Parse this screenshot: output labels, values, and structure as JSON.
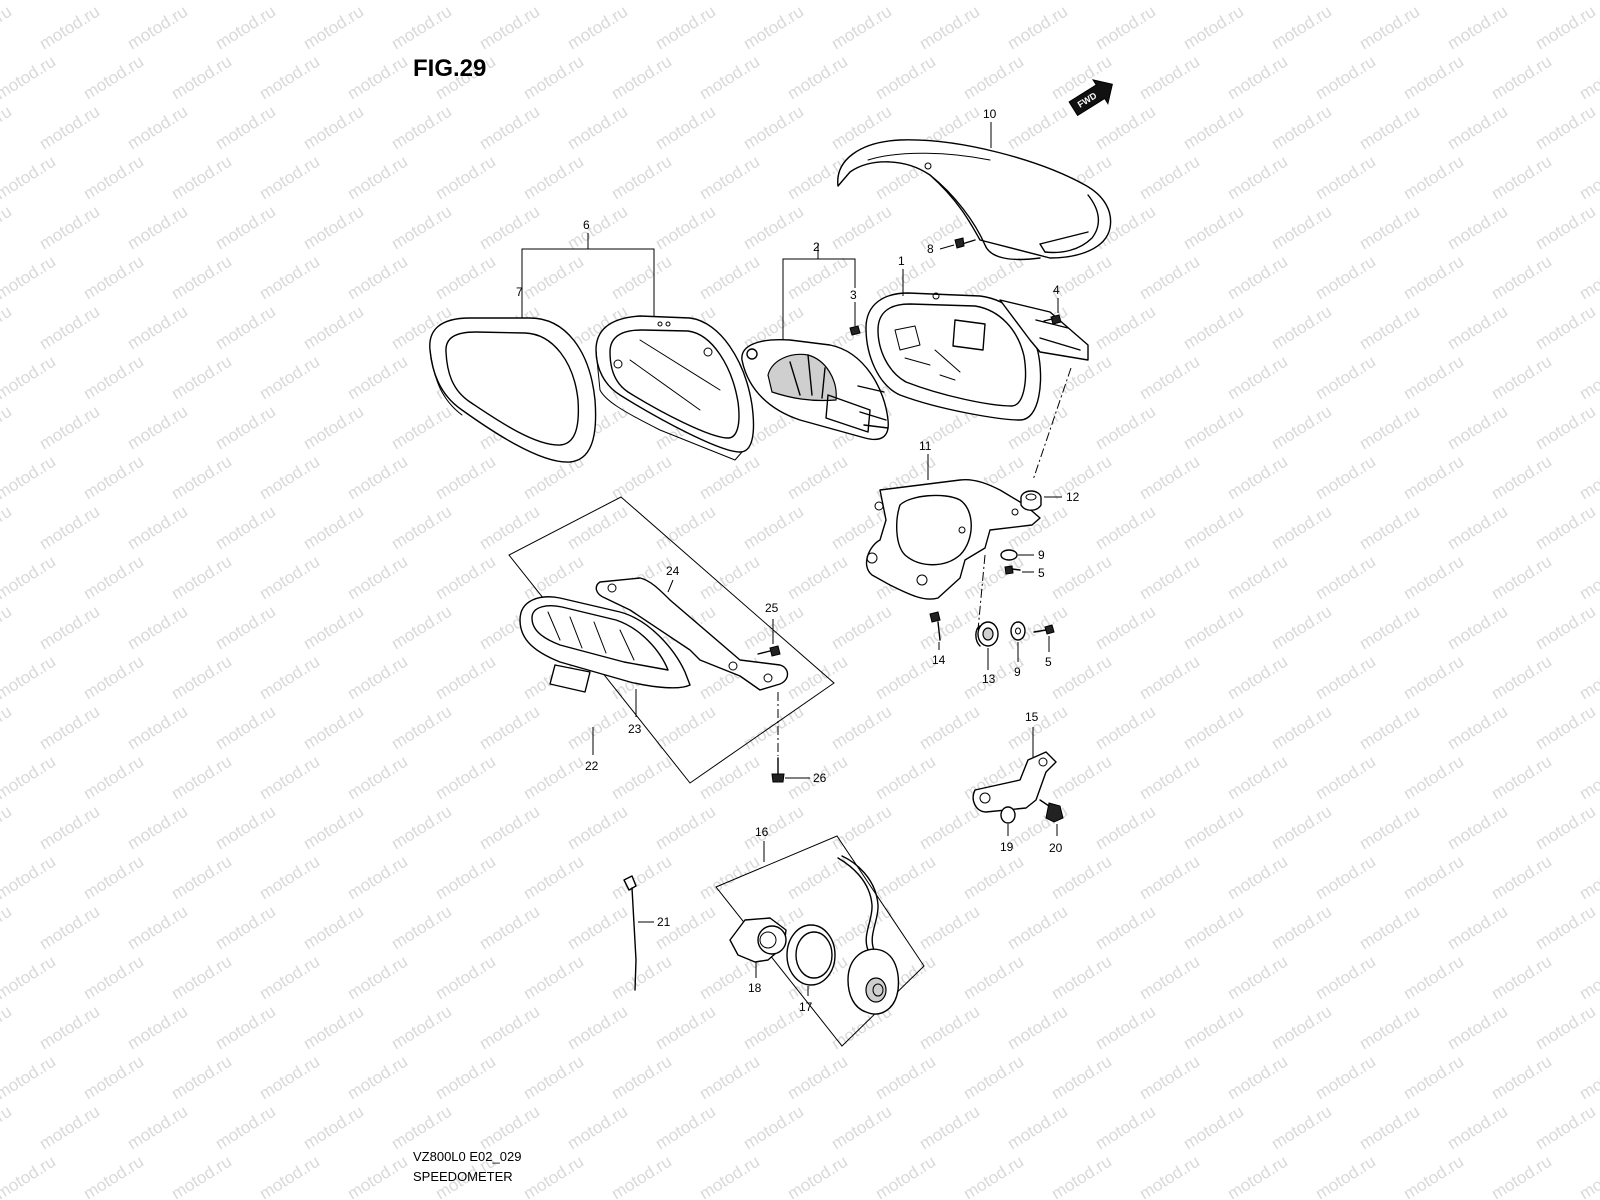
{
  "figure_title": "FIG.29",
  "watermark": "motod.ru",
  "direction_marker": "FWD",
  "footer": {
    "code": "VZ800L0 E02_029",
    "caption": "SPEEDOMETER"
  },
  "callouts": {
    "1": "1",
    "2": "2",
    "3": "3",
    "4": "4",
    "5a": "5",
    "5b": "5",
    "6": "6",
    "7": "7",
    "8": "8",
    "9a": "9",
    "9b": "9",
    "10": "10",
    "11": "11",
    "12": "12",
    "13": "13",
    "14": "14",
    "15": "15",
    "16": "16",
    "17": "17",
    "18": "18",
    "19": "19",
    "20": "20",
    "21": "21",
    "22": "22",
    "23": "23",
    "24": "24",
    "25": "25",
    "26": "26"
  }
}
